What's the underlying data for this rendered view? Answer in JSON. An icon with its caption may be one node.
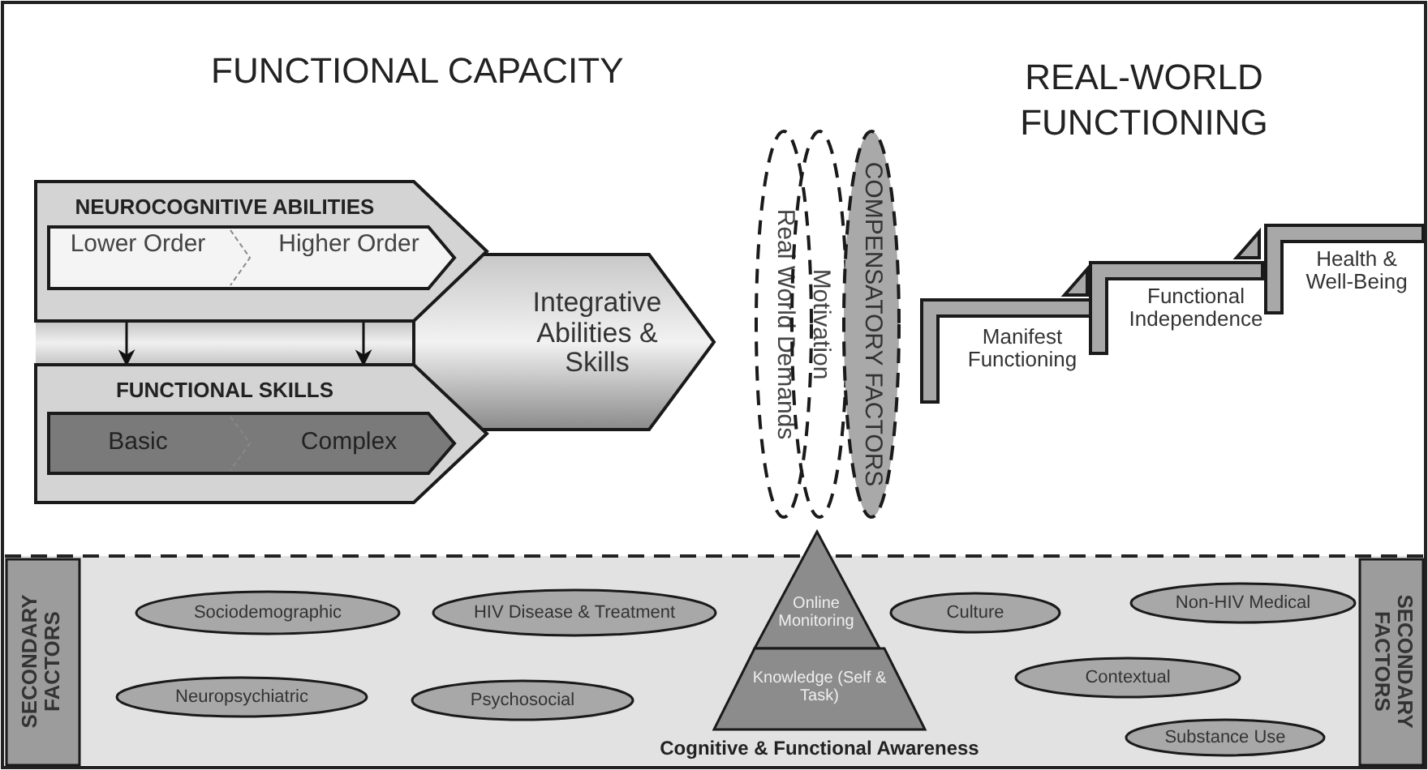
{
  "diagram": {
    "nodes": [
      {
        "text": [
          "NEUROCOGNITIVE ABILITIES"
        ]
      },
      {
        "text": [
          "Lower Order",
          "Higher Order"
        ],
        "in": 0
      },
      {
        "text": [
          "FUNCTIONAL SKILLS"
        ]
      },
      {
        "text": [
          "Basic",
          "Complex"
        ],
        "in": 2
      },
      {
        "text": [
          "Integrative Abilities & Skills"
        ]
      },
      {
        "text": [
          "Real World Demands"
        ]
      },
      {
        "text": [
          "Motivation"
        ]
      },
      {
        "text": [
          "COMPENSATORY FACTORS"
        ]
      },
      {
        "text": [
          "Manifest Functioning"
        ]
      },
      {
        "text": [
          "Functional Independence"
        ]
      },
      {
        "text": [
          "Health & Well-Being"
        ]
      },
      {
        "text": [
          "SECONDARY FACTORS"
        ]
      },
      {
        "text": [
          "SECONDARY FACTORS"
        ]
      },
      {
        "text": [
          "Sociodemographic"
        ]
      },
      {
        "text": [
          "HIV Disease & Treatment"
        ]
      },
      {
        "text": [
          "Online Monitoring"
        ]
      },
      {
        "text": [
          "Culture"
        ]
      },
      {
        "text": [
          "Non-HIV Medical"
        ]
      },
      {
        "text": [
          "Neuropsychiatric"
        ]
      },
      {
        "text": [
          "Psychosocial"
        ]
      },
      {
        "text": [
          "Knowledge (Self & Task)"
        ],
        "beside": [
          "Cognitive & Functional Awareness"
        ]
      },
      {
        "text": [
          "Contextual"
        ]
      },
      {
        "text": [
          "Substance Use"
        ]
      }
    ],
    "edges": [
      {
        "from": 0,
        "to": 2,
        "arrow": "to"
      },
      {
        "from": 0,
        "to": 2,
        "arrow": "to"
      }
    ],
    "labels": [
      "FUNCTIONAL CAPACITY",
      "REAL-WORLD FUNCTIONING"
    ]
  }
}
